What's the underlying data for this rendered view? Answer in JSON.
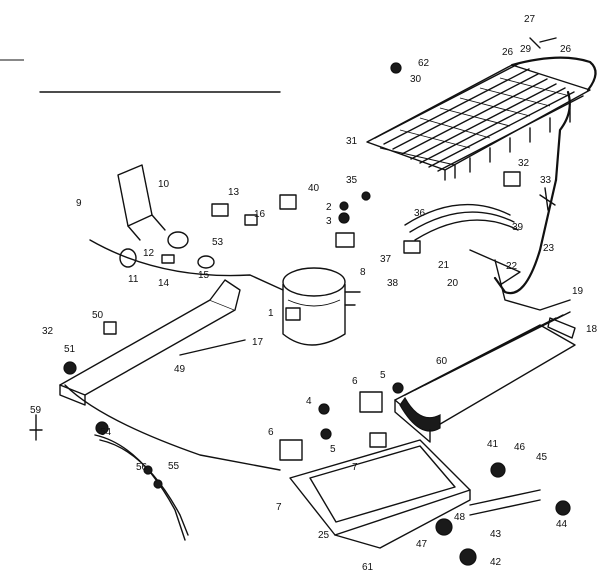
{
  "labels": {
    "p1": "1",
    "p2": "2",
    "p3": "3",
    "p4": "4",
    "p5a": "5",
    "p5b": "5",
    "p6a": "6",
    "p6b": "6",
    "p7a": "7",
    "p7b": "7",
    "p8": "8",
    "p9": "9",
    "p10": "10",
    "p11": "11",
    "p12": "12",
    "p13": "13",
    "p14": "14",
    "p15": "15",
    "p16": "16",
    "p17": "17",
    "p18": "18",
    "p19": "19",
    "p20": "20",
    "p21": "21",
    "p22": "22",
    "p23": "23",
    "p25": "25",
    "p26a": "26",
    "p26b": "26",
    "p27": "27",
    "p29": "29",
    "p30": "30",
    "p31": "31",
    "p32a": "32",
    "p32b": "32",
    "p33": "33",
    "p35": "35",
    "p36": "36",
    "p37": "37",
    "p38": "38",
    "p39": "39",
    "p40": "40",
    "p41": "41",
    "p42": "42",
    "p43": "43",
    "p44": "44",
    "p45": "45",
    "p46": "46",
    "p47": "47",
    "p48": "48",
    "p49": "49",
    "p50": "50",
    "p51": "51",
    "p53": "53",
    "p54": "54",
    "p55": "55",
    "p56": "56",
    "p59": "59",
    "p60": "60",
    "p61": "61",
    "p62": "62"
  }
}
